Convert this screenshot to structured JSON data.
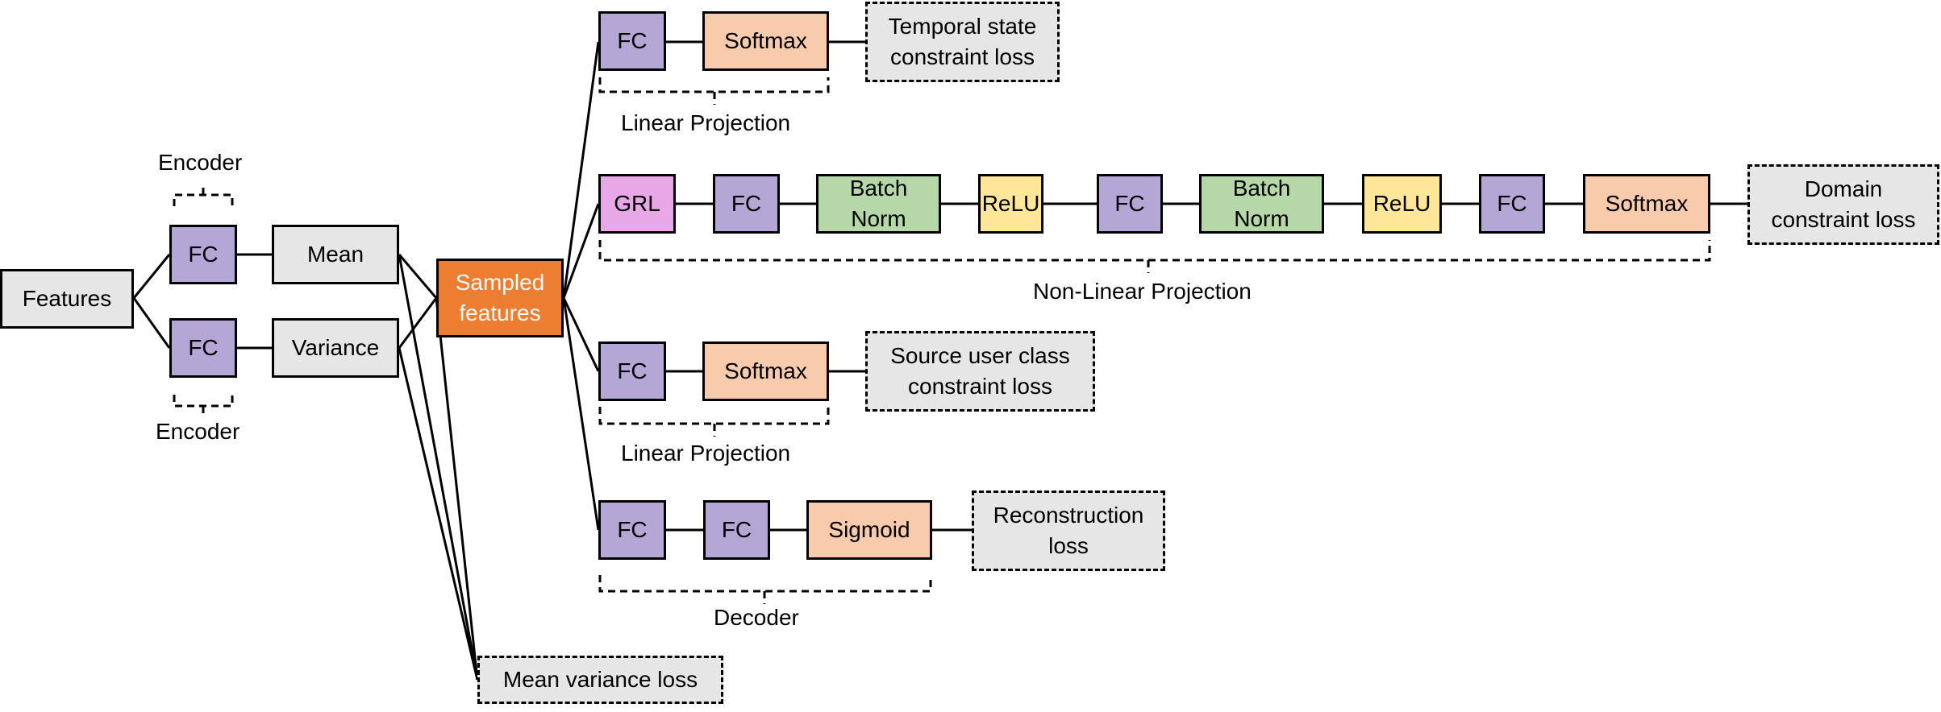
{
  "diagram": {
    "colors": {
      "input": "#e7e6e6",
      "fc": "#b4a7d6",
      "softmax_sigmoid": "#f8cbad",
      "sampled": "#ed7d31",
      "batchnorm": "#b6d7a8",
      "relu": "#ffe699",
      "grl": "#e8a8e8",
      "loss": "#e7e6e6"
    },
    "encoder_section": {
      "input": "Features",
      "top_encoder_label": "Encoder",
      "bottom_encoder_label": "Encoder",
      "fc_top": "FC",
      "fc_bottom": "FC",
      "mean": "Mean",
      "variance": "Variance",
      "sampled": "Sampled\nfeatures",
      "mean_variance_loss": "Mean variance loss"
    },
    "temporal_branch": {
      "fc": "FC",
      "softmax": "Softmax",
      "loss": "Temporal state\nconstraint loss",
      "bracket_label": "Linear Projection"
    },
    "domain_branch": {
      "grl": "GRL",
      "fc1": "FC",
      "bn1": "Batch\nNorm",
      "relu1": "ReLU",
      "fc2": "FC",
      "bn2": "Batch\nNorm",
      "relu2": "ReLU",
      "fc3": "FC",
      "softmax": "Softmax",
      "loss": "Domain\nconstraint loss",
      "bracket_label": "Non-Linear Projection"
    },
    "source_branch": {
      "fc": "FC",
      "softmax": "Softmax",
      "loss": "Source user class\nconstraint loss",
      "bracket_label": "Linear Projection"
    },
    "decoder_branch": {
      "fc1": "FC",
      "fc2": "FC",
      "sigmoid": "Sigmoid",
      "loss": "Reconstruction\nloss",
      "bracket_label": "Decoder"
    }
  }
}
